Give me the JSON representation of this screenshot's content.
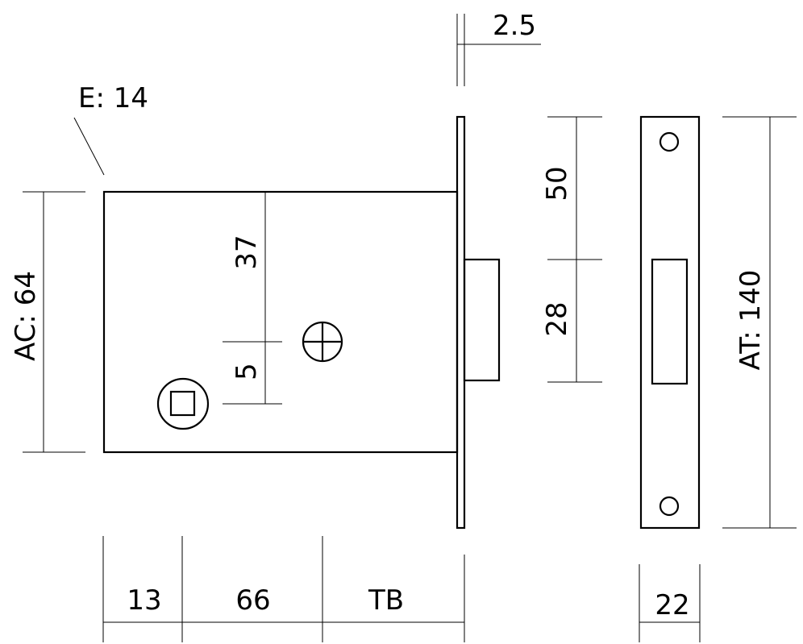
{
  "labels": {
    "gap": "2.5",
    "edge": "E: 14",
    "case_height": "AC: 64",
    "top_to_cylinder": "37",
    "cylinder_to_spindle": "5",
    "upper_strike": "50",
    "lower_strike": "28",
    "total_height": "AT: 140",
    "bottom_a": "13",
    "bottom_b": "66",
    "bottom_c": "TB",
    "strike_width": "22"
  }
}
